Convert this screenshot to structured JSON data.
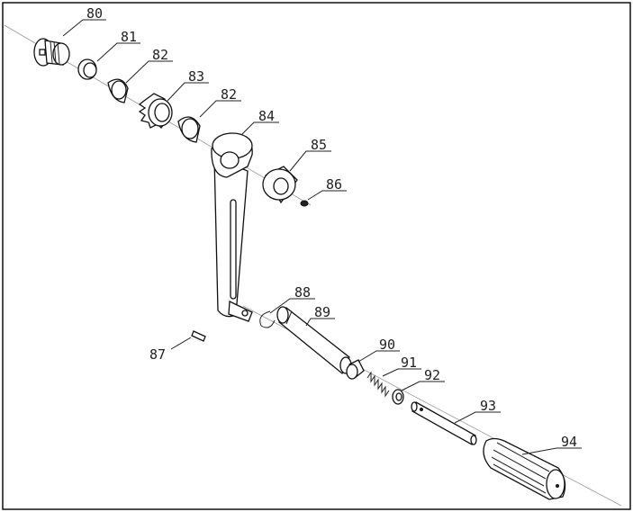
{
  "diagram": {
    "type": "exploded parts diagram",
    "callouts": [
      "80",
      "81",
      "82",
      "83",
      "82",
      "84",
      "85",
      "86",
      "87",
      "88",
      "89",
      "90",
      "91",
      "92",
      "93",
      "94"
    ]
  }
}
